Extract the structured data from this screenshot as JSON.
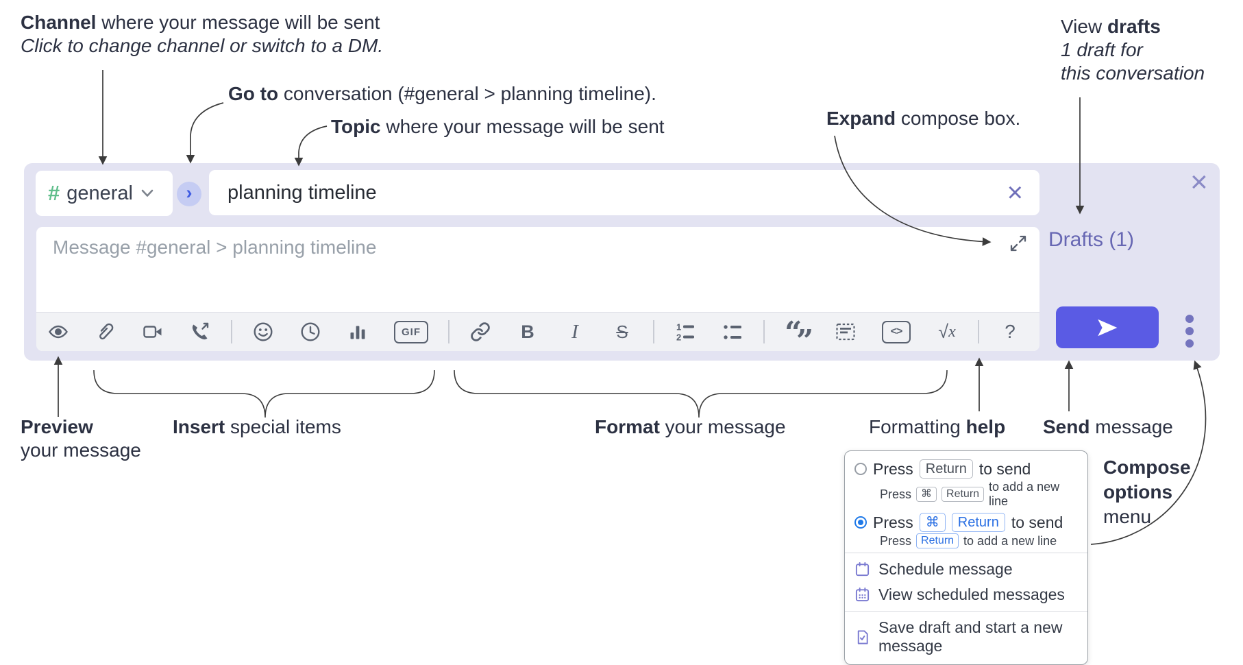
{
  "annotations": {
    "channel": {
      "bold": "Channel",
      "rest": " where your message will be sent",
      "line2": "Click to change channel or switch to a DM."
    },
    "goto": {
      "bold": "Go to",
      "rest": " conversation (#general > planning timeline)."
    },
    "topic": {
      "bold": "Topic",
      "rest": " where your message will be sent"
    },
    "expand": {
      "bold": "Expand",
      "rest": " compose box."
    },
    "view_drafts": {
      "pre": "View ",
      "bold": "drafts",
      "line2": "1 draft for",
      "line3": "this conversation"
    },
    "preview": {
      "bold": "Preview",
      "line2": "your message"
    },
    "insert": {
      "bold": "Insert",
      "rest": " special items"
    },
    "format": {
      "bold": "Format",
      "rest": " your message"
    },
    "formatting_help": {
      "pre": "Formatting ",
      "bold": "help"
    },
    "send": {
      "bold": "Send",
      "rest": " message"
    },
    "compose_options": {
      "line1": "Compose",
      "line2": "options",
      "line3": "menu"
    }
  },
  "compose": {
    "channel": {
      "hash": "#",
      "name": "general"
    },
    "goto_chevron": "›",
    "topic_value": "planning timeline",
    "clear_x": "×",
    "close_x": "×",
    "placeholder": "Message #general > planning timeline",
    "drafts_link": "Drafts (1)",
    "toolbar": {
      "labels": {
        "bold": "B",
        "italic": "I",
        "strike": "S",
        "gif": "GIF",
        "quote_open": "“",
        "quote_close": "”",
        "code": "<>",
        "sqrt": "√",
        "math_x": "x",
        "help": "?"
      },
      "icon_names": [
        "preview-eye",
        "attach-paperclip",
        "video-call",
        "voice-call",
        "emoji",
        "time",
        "poll",
        "gif",
        "link",
        "bold",
        "italic",
        "strikethrough",
        "numbered-list",
        "bulleted-list",
        "quote",
        "spoiler",
        "code",
        "math",
        "help"
      ]
    }
  },
  "popup": {
    "opt1": {
      "press": "Press",
      "key1": "Return",
      "suffix": "to send",
      "sub_press": "Press",
      "sub_key1": "⌘",
      "sub_key2": "Return",
      "sub_suffix": "to add a new line"
    },
    "opt2": {
      "press": "Press",
      "key1": "⌘",
      "key2": "Return",
      "suffix": "to send",
      "sub_press": "Press",
      "sub_key1": "Return",
      "sub_suffix": "to add a new line"
    },
    "items": {
      "schedule": "Schedule message",
      "view_scheduled": "View scheduled messages",
      "save_draft": "Save draft and start a new message"
    }
  },
  "colors": {
    "compose_bg": "#e3e3f2",
    "send_accent": "#5a5be4",
    "link_purple": "#6767b3",
    "key_blue": "#2a6fe3",
    "radio_blue": "#1f79e8",
    "menu_icon_purple": "#7a7ad1",
    "hash_green": "#5fbe8b"
  }
}
